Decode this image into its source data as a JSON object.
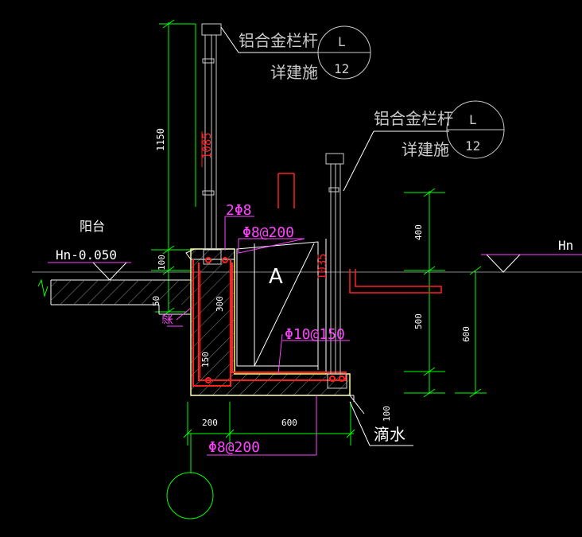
{
  "colors": {
    "background": "#000000",
    "dimension": "#00ff00",
    "concrete": "#ffffff",
    "rebar": "#ff2020",
    "label": "#ff44ff",
    "railing": "#cccccc",
    "edge": "#ffff66"
  },
  "labels": {
    "railing_top": "铝合金栏杆",
    "railing_top_ref": "详建施",
    "railing_top_circle_top": "L",
    "railing_top_circle_bottom": "12",
    "railing_right": "铝合金栏杆",
    "railing_right_ref": "详建施",
    "railing_right_circle_top": "L",
    "railing_right_circle_bottom": "12",
    "balcony": "阳台",
    "elev_left": "Hn-0.050",
    "elev_right": "Hn",
    "rebar_2phi8": "2Φ8",
    "rebar_phi8_200_top": "Φ8@200",
    "rebar_phi10_150": "Φ10@150",
    "rebar_phi8_200_bottom": "Φ8@200",
    "region_a": "A",
    "drip": "滴水",
    "beam": "梁"
  },
  "dimensions": {
    "dim_1150": "1150",
    "dim_1085_top": "1085",
    "dim_1035": "1035",
    "dim_100_left": "100",
    "dim_50": "50",
    "dim_300": "300",
    "dim_150": "150",
    "dim_200": "200",
    "dim_600_bottom": "600",
    "dim_100_drip": "100",
    "dim_400": "400",
    "dim_500": "500",
    "dim_600_right": "600"
  }
}
